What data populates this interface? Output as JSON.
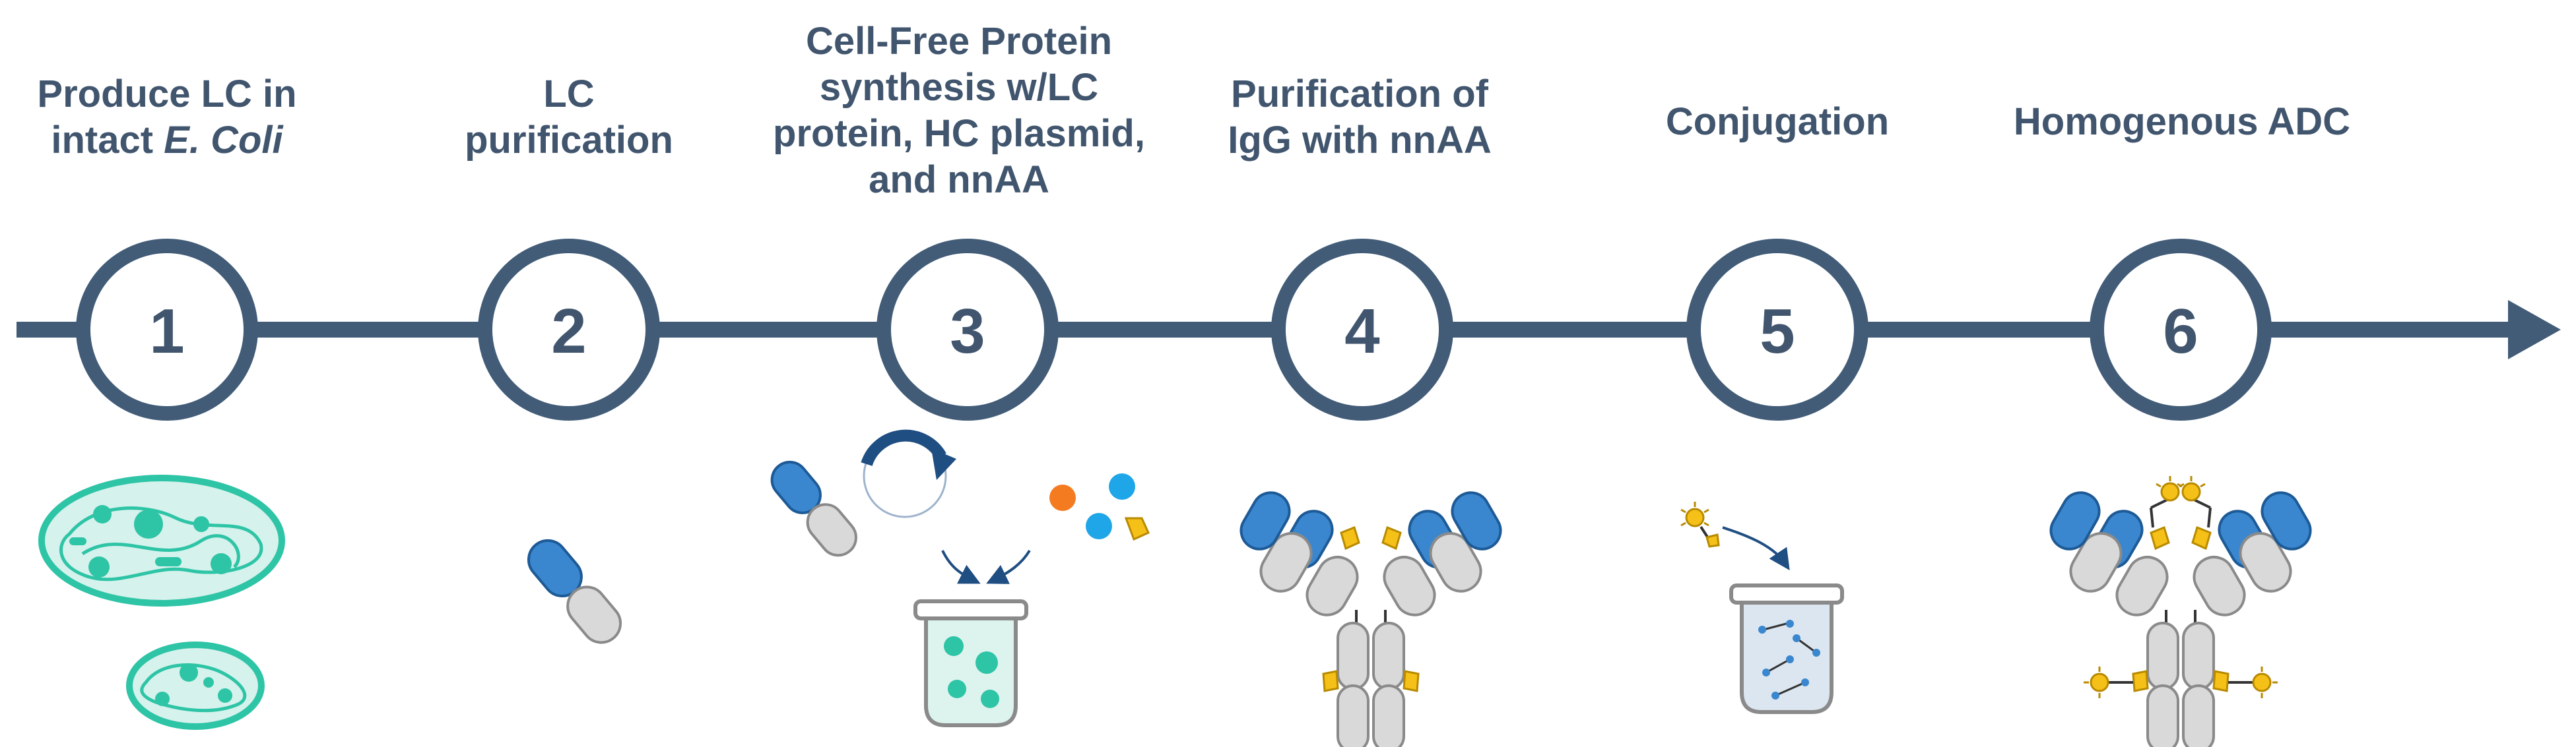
{
  "colors": {
    "timeline": "#425C78",
    "text": "#41566E",
    "cell_fill": "#D5F2EC",
    "cell_stroke": "#2EC4A6",
    "blue": "#3A87CF",
    "blue_dark": "#1D5A96",
    "gray_fill": "#D9D9D9",
    "gray_stroke": "#8A8A8A",
    "gold": "#F5C018",
    "orange": "#F47B20",
    "sky": "#1FA6E8",
    "navy_arrow": "#1F4E82",
    "tube_fill": "#DDF3EE",
    "tube_fill_adc": "#DCE6F0"
  },
  "steps": [
    {
      "number": "1",
      "title_lines": [
        "Produce LC in",
        "intact "
      ],
      "title_italic": "E. Coli",
      "icon": "ecoli-cells"
    },
    {
      "number": "2",
      "title_lines": [
        "LC",
        "purification"
      ],
      "icon": "light-chain"
    },
    {
      "number": "3",
      "title_lines": [
        "Cell-Free Protein",
        "synthesis w/LC",
        "protein, HC plasmid,",
        "and  nnAA"
      ],
      "icon": "cell-free-mix"
    },
    {
      "number": "4",
      "title_lines": [
        "Purification of",
        "IgG with nnAA"
      ],
      "icon": "igg-antibody"
    },
    {
      "number": "5",
      "title_lines": [
        "Conjugation"
      ],
      "icon": "conjugation-tube"
    },
    {
      "number": "6",
      "title_lines": [
        "Homogenous ADC"
      ],
      "icon": "adc-antibody"
    }
  ]
}
